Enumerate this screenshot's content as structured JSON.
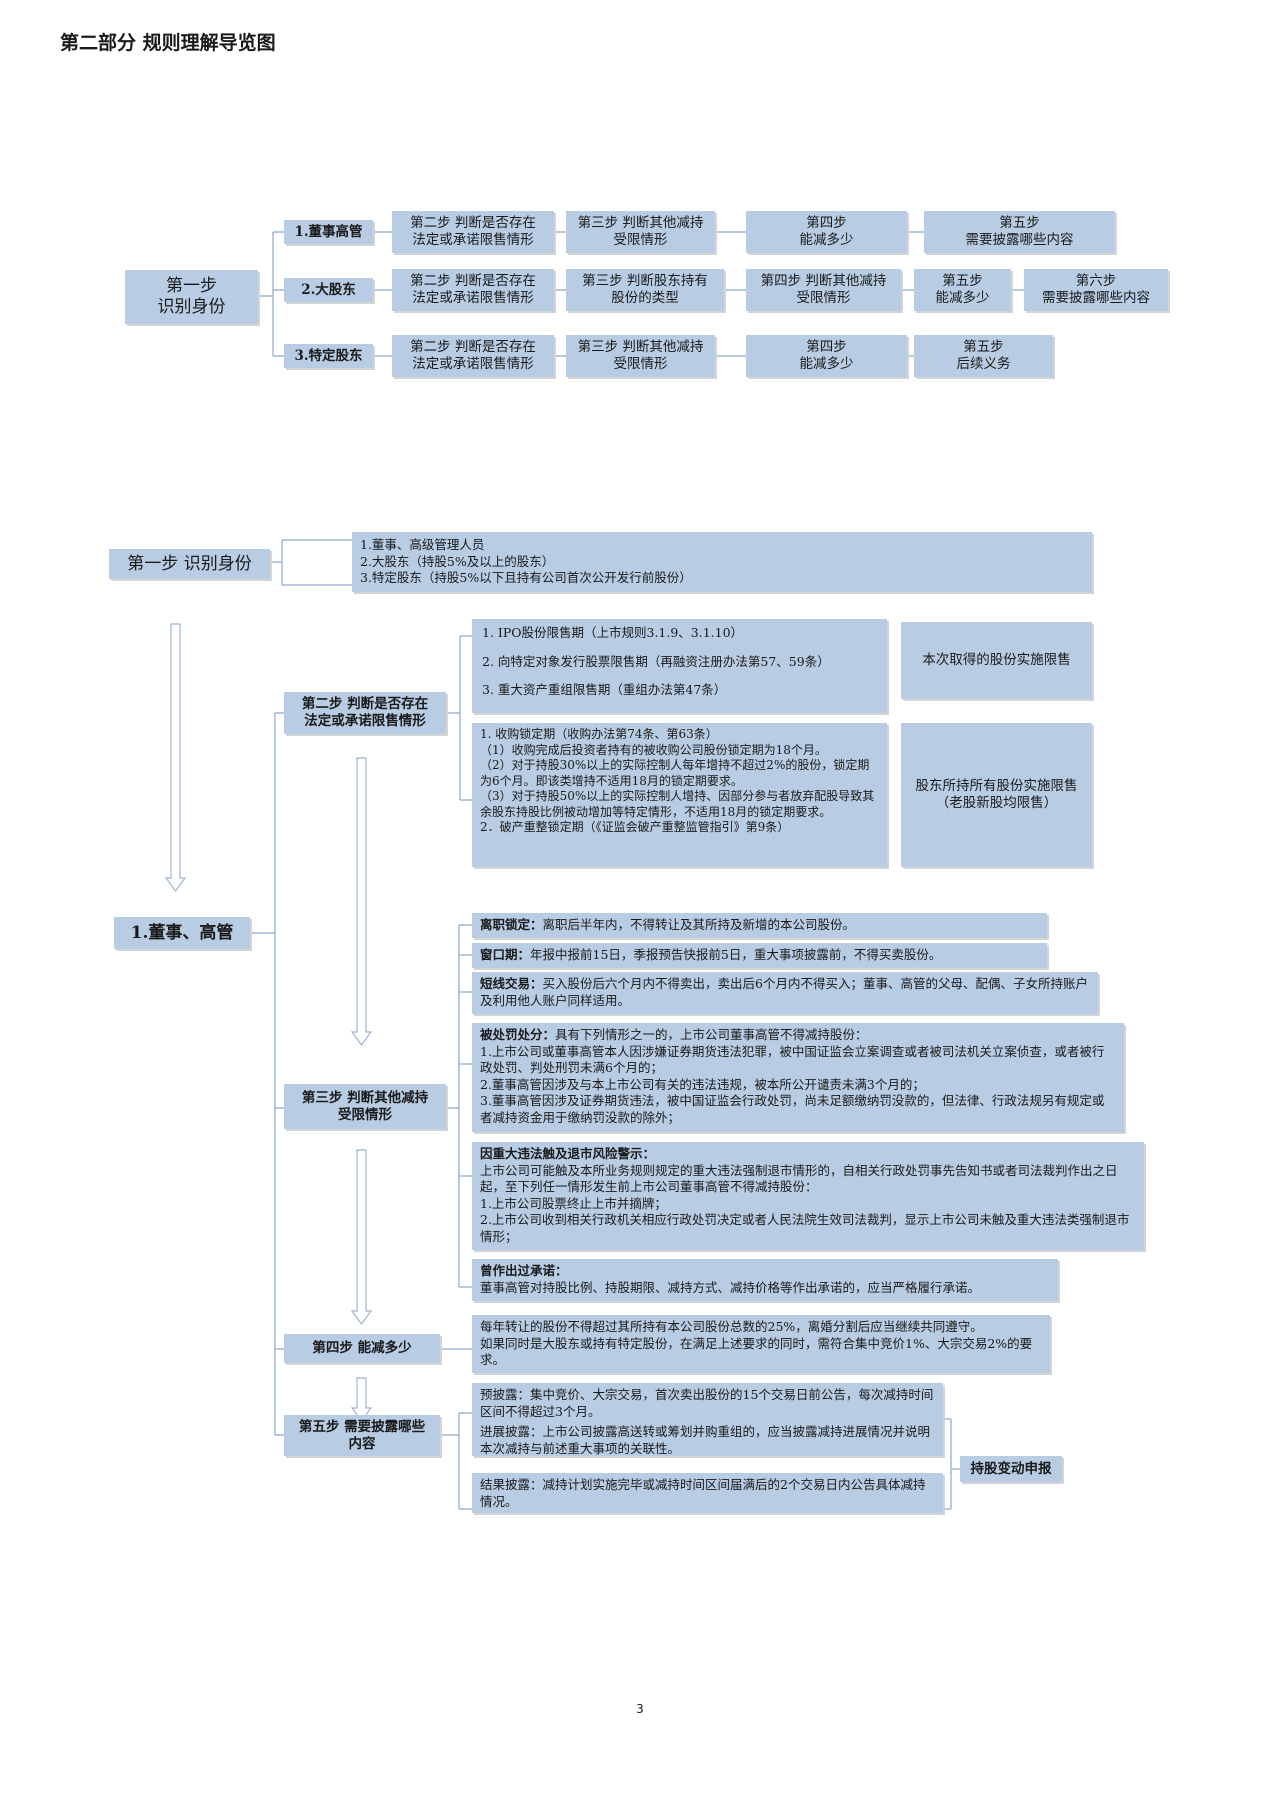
{
  "page": {
    "title": "第二部分  规则理解导览图",
    "page_number": "3"
  },
  "overview": {
    "root": "第一步\n识别身份",
    "rows": [
      {
        "label": "1.董事高管",
        "steps": [
          "第二步  判断是否存在\n法定或承诺限售情形",
          "第三步  判断其他减持\n受限情形",
          "第四步\n能减多少",
          "第五步\n需要披露哪些内容"
        ]
      },
      {
        "label": "2.大股东",
        "steps": [
          "第二步  判断是否存在\n法定或承诺限售情形",
          "第三步  判断股东持有\n股份的类型",
          "第四步  判断其他减持\n受限情形",
          "第五步\n能减多少",
          "第六步\n需要披露哪些内容"
        ]
      },
      {
        "label": "3.特定股东",
        "steps": [
          "第二步  判断是否存在\n法定或承诺限售情形",
          "第三步  判断其他减持\n受限情形",
          "第四步\n能减多少",
          "第五步\n后续义务"
        ]
      }
    ]
  },
  "detail": {
    "step1_label": "第一步  识别身份",
    "identity_list": [
      "1.董事、高级管理人员",
      "2.大股东（持股5%及以上的股东）",
      "3.特定股东（持股5%以下且持有公司首次公开发行前股份）"
    ],
    "subject": "1.董事、高管",
    "step2_label": "第二步  判断是否存在\n法定或承诺限售情形",
    "step2_group1": [
      "1.  IPO股份限售期（上市规则3.1.9、3.1.10）",
      "2.  向特定对象发行股票限售期（再融资注册办法第57、59条）",
      "3.  重大资产重组限售期（重组办法第47条）"
    ],
    "step2_group1_result": "本次取得的股份实施限售",
    "step2_group2": [
      "1.  收购锁定期（收购办法第74条、第63条）",
      "（1）收购完成后投资者持有的被收购公司股份锁定期为18个月。",
      "（2）对于持股30%以上的实际控制人每年增持不超过2%的股份，锁定期为6个月。即该类增持不适用18月的锁定期要求。",
      "（3）对于持股50%以上的实际控制人增持、因部分参与者放弃配股导致其余股东持股比例被动增加等特定情形，不适用18月的锁定期要求。",
      "2．破产重整锁定期（《证监会破产重整监管指引》第9条）"
    ],
    "step2_group2_result": "股东所持所有股份实施限售\n（老股新股均限售）",
    "step3_label": "第三步  判断其他减持\n受限情形",
    "step3_items": [
      {
        "lead": "离职锁定：",
        "lines": [
          "离职后半年内，不得转让及其所持及新增的本公司股份。"
        ]
      },
      {
        "lead": "窗口期：",
        "lines": [
          "年报中报前15日，季报预告快报前5日，重大事项披露前，不得买卖股份。"
        ]
      },
      {
        "lead": "短线交易：",
        "lines": [
          "买入股份后六个月内不得卖出，卖出后6个月内不得买入；董事、高管的父母、配偶、子女所持账户及利用他人账户同样适用。"
        ]
      },
      {
        "lead": "被处罚处分：",
        "lines": [
          "具有下列情形之一的，上市公司董事高管不得减持股份：",
          "1.上市公司或董事高管本人因涉嫌证券期货违法犯罪，被中国证监会立案调查或者被司法机关立案侦查，或者被行政处罚、判处刑罚未满6个月的；",
          "2.董事高管因涉及与本上市公司有关的违法违规，被本所公开谴责未满3个月的；",
          "3.董事高管因涉及证券期货违法，被中国证监会行政处罚，尚未足额缴纳罚没款的，但法律、行政法规另有规定或者减持资金用于缴纳罚没款的除外；"
        ]
      },
      {
        "lead": "因重大违法触及退市风险警示：",
        "lines": [
          "上市公司可能触及本所业务规则规定的重大违法强制退市情形的，自相关行政处罚事先告知书或者司法裁判作出之日起，至下列任一情形发生前上市公司董事高管不得减持股份：",
          "1.上市公司股票终止上市并摘牌；",
          "2.上市公司收到相关行政机关相应行政处罚决定或者人民法院生效司法裁判，显示上市公司未触及重大违法类强制退市情形；"
        ]
      },
      {
        "lead": "曾作出过承诺：",
        "lines": [
          "董事高管对持股比例、持股期限、减持方式、减持价格等作出承诺的，应当严格履行承诺。"
        ]
      }
    ],
    "step4_label": "第四步  能减多少",
    "step4_text": [
      "每年转让的股份不得超过其所持有本公司股份总数的25%，离婚分割后应当继续共同遵守。",
      "如果同时是大股东或持有特定股份，在满足上述要求的同时，需符合集中竞价1%、大宗交易2%的要求。"
    ],
    "step5_label": "第五步  需要披露哪些\n内容",
    "step5_group1": [
      "预披露：集中竞价、大宗交易，首次卖出股份的15个交易日前公告，每次减持时间区间不得超过3个月。",
      "进展披露：上市公司披露高送转或筹划并购重组的，应当披露减持进展情况并说明本次减持与前述重大事项的关联性。"
    ],
    "step5_group2": [
      "结果披露：减持计划实施完毕或减持时间区间届满后的2个交易日内公告具体减持情况。"
    ],
    "step5_result": "持股变动申报"
  }
}
